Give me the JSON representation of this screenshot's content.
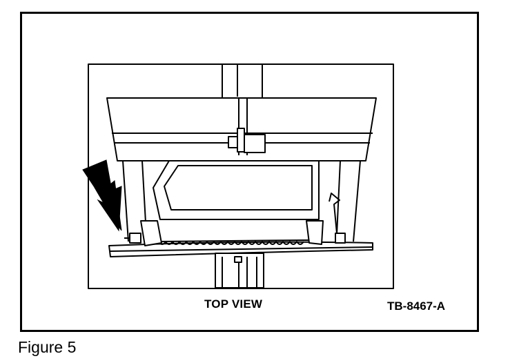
{
  "diagram": {
    "view_label": "TOP VIEW",
    "drawing_id": "TB-8467-A",
    "figure_caption": "Figure 5",
    "icons": [
      "arrow-icon"
    ]
  }
}
